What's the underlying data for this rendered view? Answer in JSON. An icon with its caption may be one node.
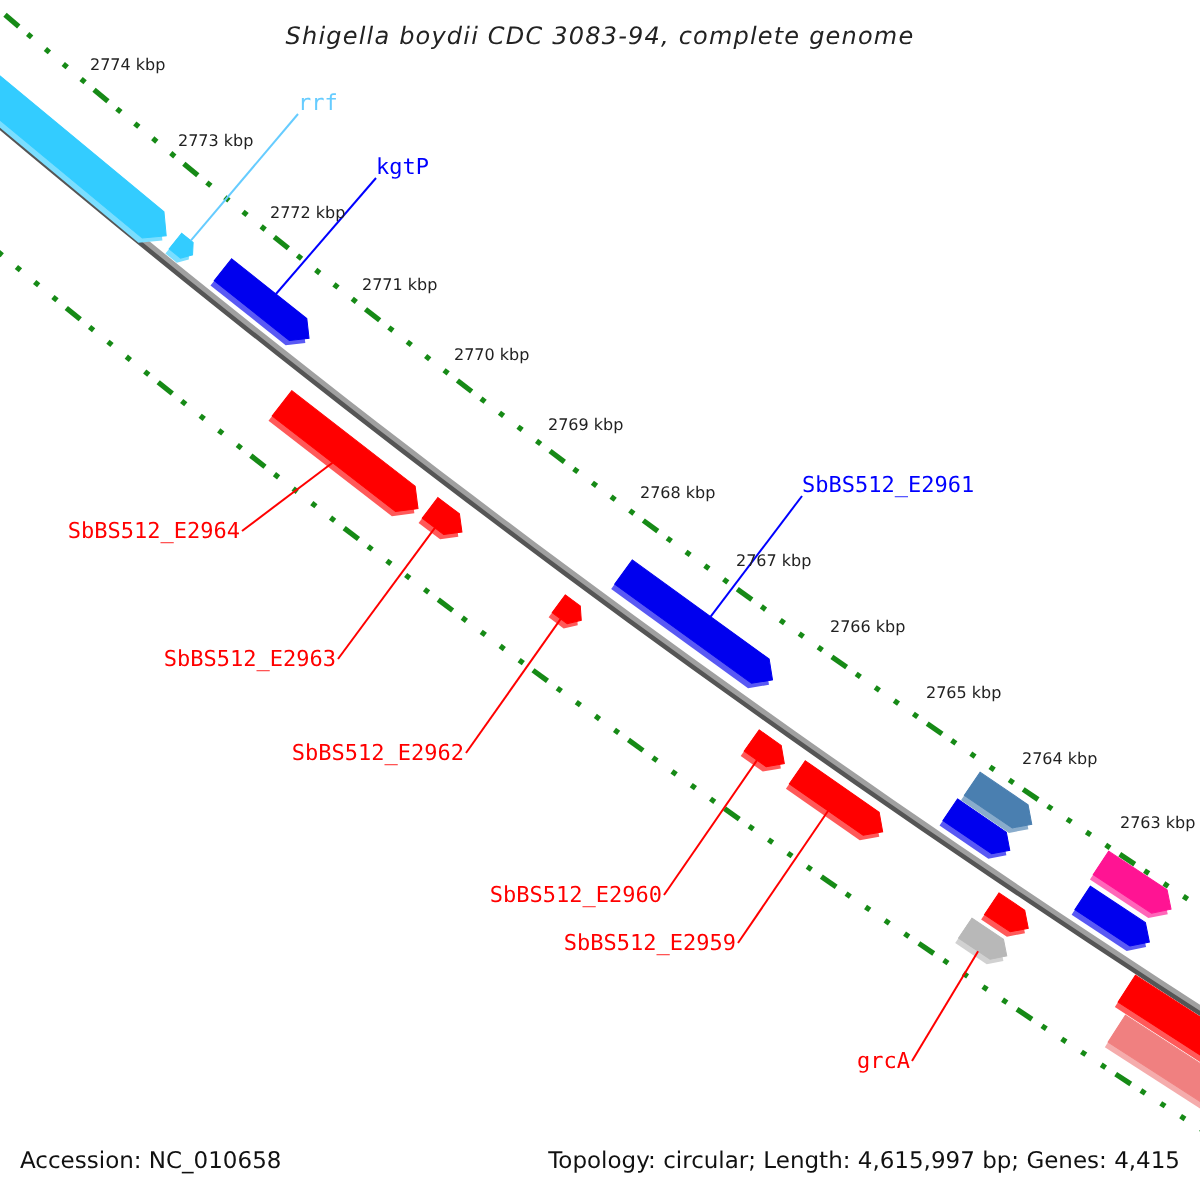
{
  "diagram": {
    "title": "Shigella boydii CDC 3083-94, complete genome",
    "nodes": [
      {
        "text": [
          "rrf"
        ]
      },
      {
        "text": [
          "kgtP"
        ]
      },
      {
        "text": [
          "SbBS512_E2961"
        ]
      },
      {
        "text": [
          "SbBS512_E2964"
        ]
      },
      {
        "text": [
          "SbBS512_E2963"
        ]
      },
      {
        "text": [
          "SbBS512_E2962"
        ]
      },
      {
        "text": [
          "SbBS512_E2960"
        ]
      },
      {
        "text": [
          "SbBS512_E2959"
        ]
      },
      {
        "text": [
          "grcA"
        ]
      },
      {
        "text": [],
        "shape": "arrow"
      },
      {
        "text": [],
        "shape": "arrow"
      },
      {
        "text": [],
        "shape": "arrow"
      },
      {
        "text": [],
        "shape": "arrow"
      },
      {
        "text": [],
        "shape": "arrow"
      },
      {
        "text": [],
        "shape": "arrow"
      },
      {
        "text": [],
        "shape": "arrow"
      },
      {
        "text": [],
        "shape": "arrow"
      },
      {
        "text": [],
        "shape": "arrow"
      },
      {
        "text": [],
        "shape": "arrow"
      },
      {
        "text": [],
        "shape": "arrow"
      },
      {
        "text": [],
        "shape": "arrow"
      },
      {
        "text": [],
        "shape": "arrow"
      },
      {
        "text": [],
        "shape": "arrow"
      },
      {
        "text": [],
        "shape": "arrow"
      },
      {
        "text": [],
        "shape": "arrow"
      },
      {
        "text": [],
        "shape": "arrow"
      }
    ],
    "edges": [
      {
        "from": 0,
        "to": 10,
        "arrow": "none",
        "color": "#66ccff"
      },
      {
        "from": 1,
        "to": 11,
        "arrow": "none",
        "color": "#0000ff"
      },
      {
        "from": 2,
        "to": 15,
        "arrow": "none",
        "color": "#0000ff"
      },
      {
        "from": 3,
        "to": 12,
        "arrow": "none"
      },
      {
        "from": 4,
        "to": 13,
        "arrow": "none"
      },
      {
        "from": 5,
        "to": 14,
        "arrow": "none"
      },
      {
        "from": 6,
        "to": 16,
        "arrow": "none"
      },
      {
        "from": 7,
        "to": 17,
        "arrow": "none"
      },
      {
        "from": 8,
        "to": 19,
        "arrow": "none"
      }
    ],
    "labels": [
      "2774 kbp",
      "2773 kbp",
      "2772 kbp",
      "2771 kbp",
      "2770 kbp",
      "2769 kbp",
      "2768 kbp",
      "2767 kbp",
      "2766 kbp",
      "2765 kbp",
      "2764 kbp",
      "2763 kbp",
      "Accession: NC_010658",
      "Topology: circular; Length: 4,615,997 bp; Genes: 4,415"
    ]
  }
}
